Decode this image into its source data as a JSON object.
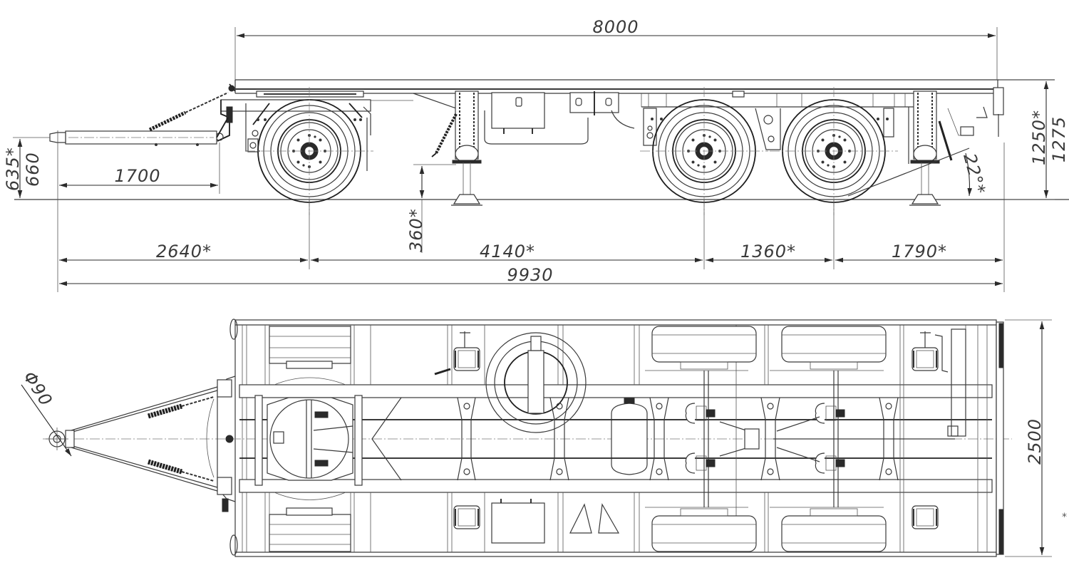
{
  "drawing": {
    "title": "Trailer general arrangement (side and top views)",
    "views": [
      "side-view",
      "top-view"
    ],
    "colors": {
      "line": "#3a3a3a",
      "background": "#ffffff"
    }
  },
  "side_view": {
    "dimensions": {
      "platform_length": "8000",
      "drawbar_length": "1700",
      "drawbar_height_unladen": "635*",
      "drawbar_height": "660",
      "front_to_front_axle": "2640*",
      "front_axle_to_rear_bogie": "4140*",
      "bogie_axle_spacing": "1360*",
      "rear_axle_to_end": "1790*",
      "overall_length": "9930",
      "support_leg_clearance": "360*",
      "departure_angle": "22°*",
      "platform_height_unladen": "1250*",
      "platform_height": "1275"
    }
  },
  "top_view": {
    "dimensions": {
      "towing_eye_diameter": "Φ90",
      "overall_width": "2500"
    },
    "note_mark": "*"
  }
}
